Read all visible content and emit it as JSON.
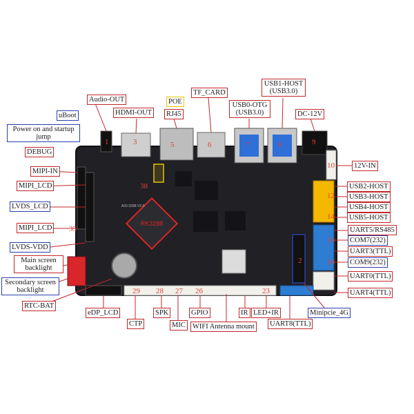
{
  "colors": {
    "pcb": "#202025",
    "pcb_edge": "#0f0f12",
    "red_box": "#c0262b",
    "blue_box": "#2a3fae",
    "yellow_box": "#e6c300",
    "connector_white": "#f2f0ea",
    "connector_yellow": "#f5b800",
    "connector_blue": "#2d7dd2",
    "usb_blue": "#2e6fd8",
    "chip_red": "#e02525"
  },
  "board": {
    "chip_marking": "RK3288",
    "silk_version": "AIO-3288-V2.0"
  },
  "labels": {
    "uboot": "uBoot",
    "power_on": "Power on and startup jump",
    "debug": "DEBUG",
    "mipi_in": "MIPI-IN",
    "mipi_lcd_top": "MIPI_LCD",
    "lvds_lcd": "LVDS_LCD",
    "mipi_lcd_bottom": "MIPI_LCD",
    "lvds_vdd": "LVDS-VDD",
    "main_backlight": "Main screen backlight",
    "secondary_backlight": "Secondary screen backlight",
    "rtc_bat": "RTC-BAT",
    "edp_lcd": "eDP_LCD",
    "ctp": "CTP",
    "spk": "SPK",
    "mic": "MIC",
    "gpio": "GPIO",
    "wifi_antenna": "WIFI Antenna mount",
    "ir": "IR",
    "led_ir": "LED+IR",
    "uart8": "UART8(TTL)",
    "minipcie": "Minipcie_4G",
    "uart4": "UART4(TTL)",
    "uart0": "UART0(TTL)",
    "com9": "COM9(232)",
    "uart3": "UART3(TTL)",
    "com7": "COM7(232)",
    "uart5": "UART5/RS485",
    "usb5": "USB5-HOST",
    "usb4": "USB4-HOST",
    "usb3": "USB3-HOST",
    "usb2": "USB2-HOST",
    "v12_in": "12V-IN",
    "dc_12v": "DC-12V",
    "usb1": "USB1-HOST\n(USB3.0)",
    "usb0": "USB0-OTG\n(USB3.0)",
    "tf_card": "TF_CARD",
    "rj45": "RJ45",
    "poe": "POE",
    "hdmi_out": "HDMI-OUT",
    "audio_out": "Audio-OUT"
  },
  "numbers": {
    "n1": "1",
    "n2": "2",
    "n3": "3",
    "n5": "5",
    "n6": "6",
    "n7": "7",
    "n8": "8",
    "n9": "9",
    "n10": "10",
    "n12": "12",
    "n14": "14",
    "n16": "16",
    "n18": "18",
    "n23": "23",
    "n26": "26",
    "n27": "27",
    "n28": "28",
    "n29": "29",
    "n35": "35",
    "n38": "38"
  }
}
